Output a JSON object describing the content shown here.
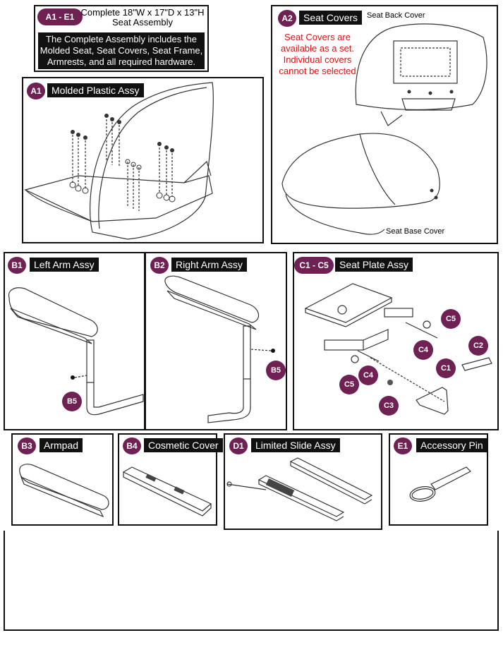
{
  "assembly": {
    "badge": "A1 - E1",
    "title_line1": "Complete 18\"W x 17\"D x 13\"H",
    "title_line2": "Seat Assembly",
    "description_lines": [
      "The Complete Assembly includes the",
      "Molded Seat, Seat Covers, Seat Frame,",
      "Armrests, and all required hardware."
    ]
  },
  "parts": {
    "a1": {
      "badge": "A1",
      "label": "Molded Plastic Assy"
    },
    "a2": {
      "badge": "A2",
      "label": "Seat Covers",
      "note_lines": [
        "Seat Covers are",
        "available as a set.",
        "Individual covers",
        "cannot be selected"
      ],
      "back_label": "Seat Back Cover",
      "base_label": "Seat Base Cover"
    },
    "b1": {
      "badge": "B1",
      "label": "Left Arm Assy",
      "callout": "B5"
    },
    "b2": {
      "badge": "B2",
      "label": "Right Arm Assy",
      "callout": "B5"
    },
    "c": {
      "badge": "C1 - C5",
      "label": "Seat Plate Assy",
      "callouts": [
        "C5",
        "C4",
        "C2",
        "C1",
        "C5",
        "C4",
        "C3"
      ]
    },
    "b3": {
      "badge": "B3",
      "label": "Armpad"
    },
    "b4": {
      "badge": "B4",
      "label": "Cosmetic Cover"
    },
    "d1": {
      "badge": "D1",
      "label": "Limited Slide Assy"
    },
    "e1": {
      "badge": "E1",
      "label": "Accessory Pin"
    }
  },
  "colors": {
    "badge": "#6e2152",
    "note": "#e01010",
    "header": "#111111"
  }
}
